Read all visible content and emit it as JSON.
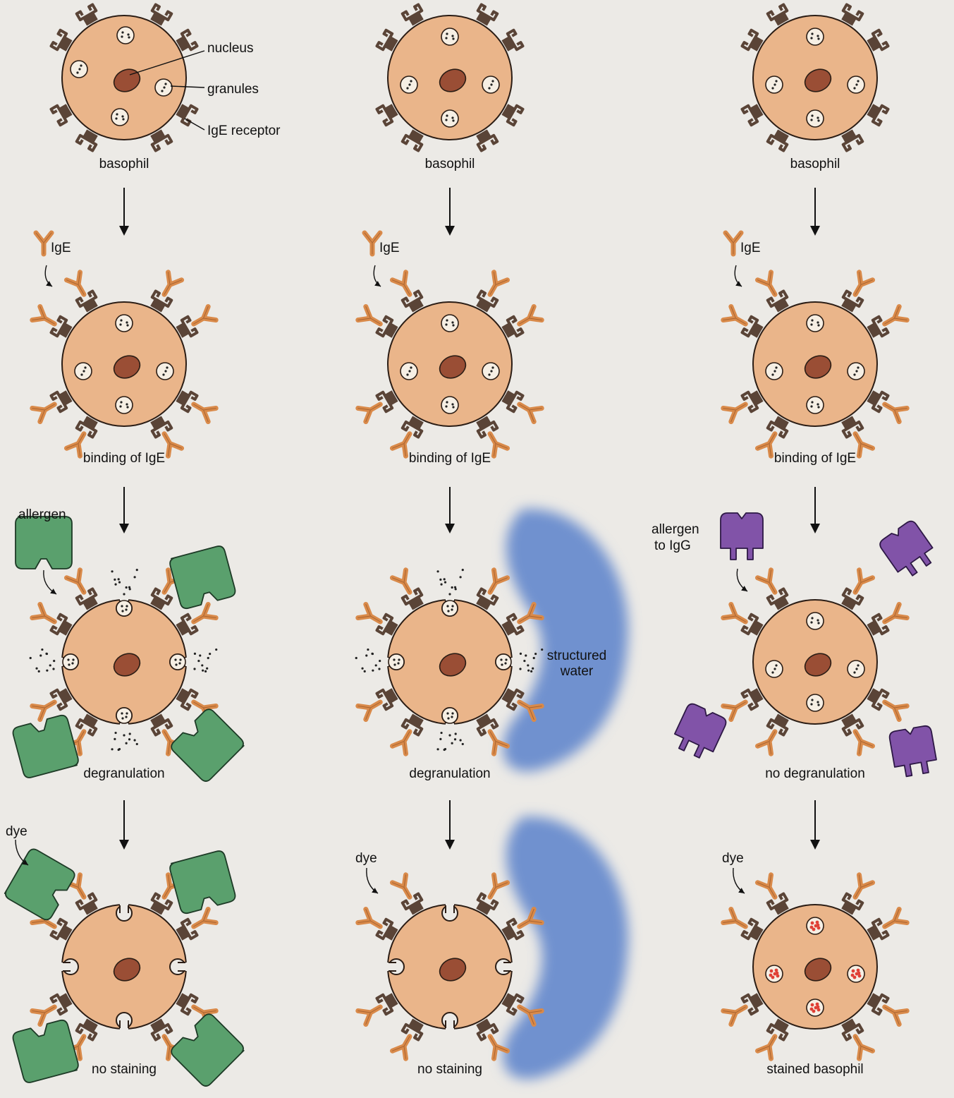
{
  "columns": [
    {
      "stages": [
        {
          "label": "basophil",
          "state": "intact"
        },
        {
          "label": "binding of IgE",
          "state": "intact",
          "ige": true
        },
        {
          "label": "degranulation",
          "state": "degranulating",
          "ige": true,
          "outer": "allergen-green"
        },
        {
          "label": "no staining",
          "state": "empty",
          "ige": true,
          "outer": "allergen-green"
        }
      ]
    },
    {
      "stages": [
        {
          "label": "basophil",
          "state": "intact"
        },
        {
          "label": "binding of IgE",
          "state": "intact",
          "ige": true
        },
        {
          "label": "degranulation",
          "state": "degranulating",
          "ige": true,
          "outer": "structured-water"
        },
        {
          "label": "no staining",
          "state": "empty",
          "ige": true,
          "outer": "structured-water"
        }
      ]
    },
    {
      "stages": [
        {
          "label": "basophil",
          "state": "intact"
        },
        {
          "label": "binding of IgE",
          "state": "intact",
          "ige": true
        },
        {
          "label": "no degranulation",
          "state": "intact",
          "ige": true,
          "outer": "allergen-purple"
        },
        {
          "label": "stained basophil",
          "state": "stained",
          "ige": true
        }
      ]
    }
  ],
  "annotations": {
    "nucleus": "nucleus",
    "granules": "granules",
    "receptor": "IgE receptor",
    "ige": "IgE",
    "allergen": "allergen",
    "allergen_igg_line1": "allergen",
    "allergen_igg_line2": "to IgG",
    "dye": "dye",
    "water_line1": "structured",
    "water_line2": "water"
  },
  "colors": {
    "page_background": "#eceae6",
    "cell_fill": "#eab58a",
    "cell_stroke": "#2b1d15",
    "nucleus": "#9a4e35",
    "receptor": "#5a4437",
    "ige_antibody": "#d98a4a",
    "granule_fill": "#f6efe4",
    "allergen_green": "#5aa06d",
    "allergen_purple": "#8153a8",
    "structured_water": "#6f91cf",
    "dye_red": "#e04036"
  }
}
